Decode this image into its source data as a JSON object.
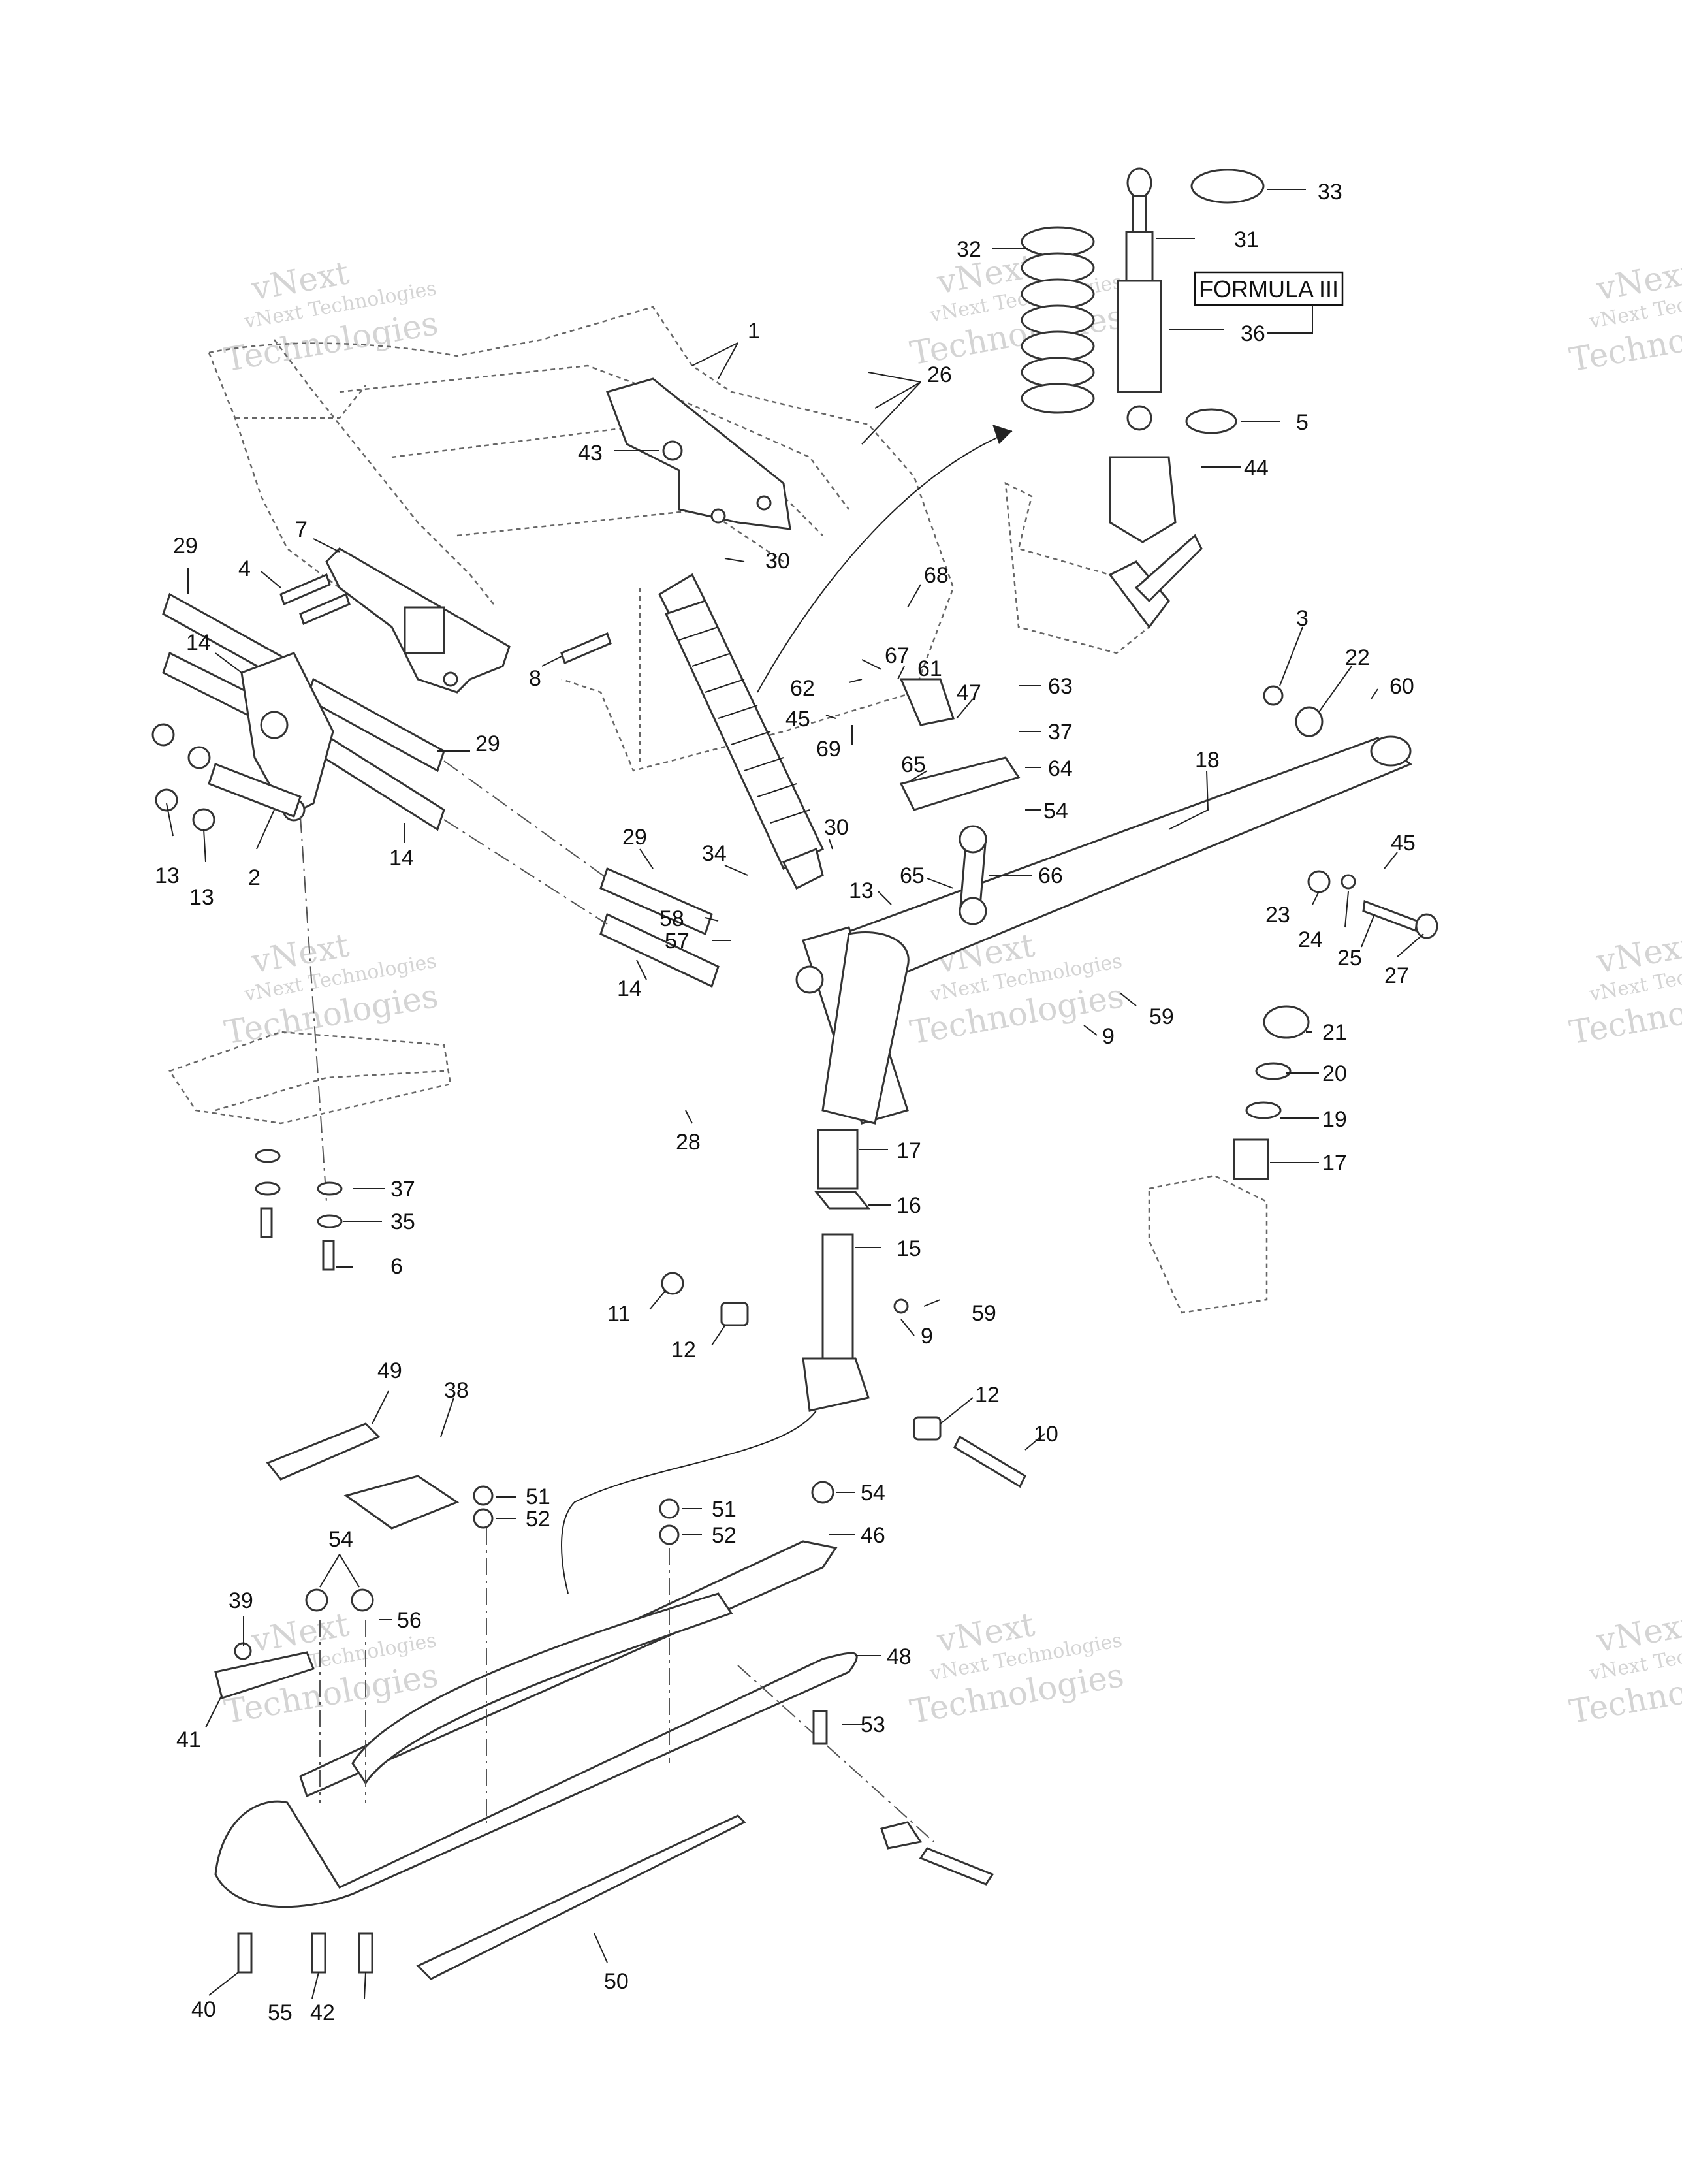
{
  "watermark": {
    "line1": "vNext",
    "line2": "vNext Technologies",
    "line3": "Technologies"
  },
  "labels": {
    "formula": "FORMULA III"
  },
  "callouts": [
    {
      "id": "c1",
      "text": "1"
    },
    {
      "id": "c26",
      "text": "26"
    },
    {
      "id": "c43",
      "text": "43"
    },
    {
      "id": "c30a",
      "text": "30"
    },
    {
      "id": "c7",
      "text": "7"
    },
    {
      "id": "c4",
      "text": "4"
    },
    {
      "id": "c29a",
      "text": "29"
    },
    {
      "id": "c14a",
      "text": "14"
    },
    {
      "id": "c8",
      "text": "8"
    },
    {
      "id": "c29b",
      "text": "29"
    },
    {
      "id": "c13a",
      "text": "13"
    },
    {
      "id": "c13b",
      "text": "13"
    },
    {
      "id": "c2",
      "text": "2"
    },
    {
      "id": "c14b",
      "text": "14"
    },
    {
      "id": "c29c",
      "text": "29"
    },
    {
      "id": "c34",
      "text": "34"
    },
    {
      "id": "c30b",
      "text": "30"
    },
    {
      "id": "c58",
      "text": "58"
    },
    {
      "id": "c57",
      "text": "57"
    },
    {
      "id": "c14c",
      "text": "14"
    },
    {
      "id": "c28",
      "text": "28"
    },
    {
      "id": "c32",
      "text": "32"
    },
    {
      "id": "c33",
      "text": "33"
    },
    {
      "id": "c31",
      "text": "31"
    },
    {
      "id": "c36",
      "text": "36"
    },
    {
      "id": "c5",
      "text": "5"
    },
    {
      "id": "c44",
      "text": "44"
    },
    {
      "id": "c68",
      "text": "68"
    },
    {
      "id": "c67",
      "text": "67"
    },
    {
      "id": "c62",
      "text": "62"
    },
    {
      "id": "c61",
      "text": "61"
    },
    {
      "id": "c45a",
      "text": "45"
    },
    {
      "id": "c69",
      "text": "69"
    },
    {
      "id": "c47",
      "text": "47"
    },
    {
      "id": "c63",
      "text": "63"
    },
    {
      "id": "c37a",
      "text": "37"
    },
    {
      "id": "c64",
      "text": "64"
    },
    {
      "id": "c65a",
      "text": "65"
    },
    {
      "id": "c54a",
      "text": "54"
    },
    {
      "id": "c65b",
      "text": "65"
    },
    {
      "id": "c66",
      "text": "66"
    },
    {
      "id": "c13c",
      "text": "13"
    },
    {
      "id": "c59a",
      "text": "59"
    },
    {
      "id": "c9a",
      "text": "9"
    },
    {
      "id": "c3",
      "text": "3"
    },
    {
      "id": "c22",
      "text": "22"
    },
    {
      "id": "c60",
      "text": "60"
    },
    {
      "id": "c18",
      "text": "18"
    },
    {
      "id": "c45b",
      "text": "45"
    },
    {
      "id": "c23",
      "text": "23"
    },
    {
      "id": "c24",
      "text": "24"
    },
    {
      "id": "c25",
      "text": "25"
    },
    {
      "id": "c27",
      "text": "27"
    },
    {
      "id": "c21",
      "text": "21"
    },
    {
      "id": "c20",
      "text": "20"
    },
    {
      "id": "c19",
      "text": "19"
    },
    {
      "id": "c17a",
      "text": "17"
    },
    {
      "id": "c17b",
      "text": "17"
    },
    {
      "id": "c16",
      "text": "16"
    },
    {
      "id": "c15",
      "text": "15"
    },
    {
      "id": "c11",
      "text": "11"
    },
    {
      "id": "c12a",
      "text": "12"
    },
    {
      "id": "c9b",
      "text": "9"
    },
    {
      "id": "c59b",
      "text": "59"
    },
    {
      "id": "c12b",
      "text": "12"
    },
    {
      "id": "c10",
      "text": "10"
    },
    {
      "id": "c37b",
      "text": "37"
    },
    {
      "id": "c35",
      "text": "35"
    },
    {
      "id": "c6",
      "text": "6"
    },
    {
      "id": "c49",
      "text": "49"
    },
    {
      "id": "c38",
      "text": "38"
    },
    {
      "id": "c51a",
      "text": "51"
    },
    {
      "id": "c52a",
      "text": "52"
    },
    {
      "id": "c51b",
      "text": "51"
    },
    {
      "id": "c52b",
      "text": "52"
    },
    {
      "id": "c54b",
      "text": "54"
    },
    {
      "id": "c46",
      "text": "46"
    },
    {
      "id": "c54c",
      "text": "54"
    },
    {
      "id": "c39",
      "text": "39"
    },
    {
      "id": "c56",
      "text": "56"
    },
    {
      "id": "c48",
      "text": "48"
    },
    {
      "id": "c41",
      "text": "41"
    },
    {
      "id": "c53",
      "text": "53"
    },
    {
      "id": "c50",
      "text": "50"
    },
    {
      "id": "c40",
      "text": "40"
    },
    {
      "id": "c55",
      "text": "55"
    },
    {
      "id": "c42",
      "text": "42"
    }
  ]
}
